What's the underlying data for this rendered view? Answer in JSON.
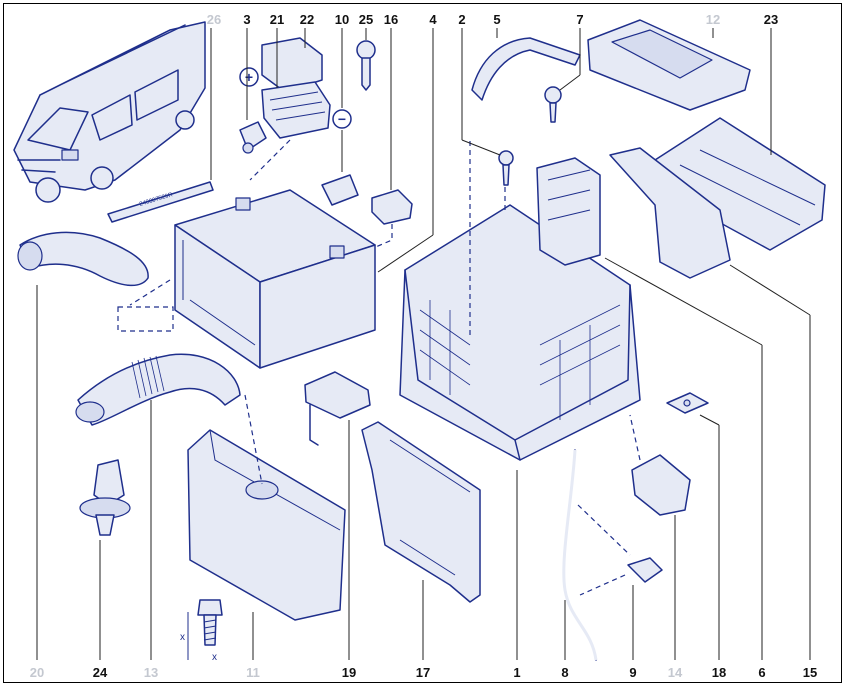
{
  "callouts": [
    {
      "id": "c26",
      "label": "26",
      "dim": true
    },
    {
      "id": "c3",
      "label": "3",
      "dim": false
    },
    {
      "id": "c21",
      "label": "21",
      "dim": false
    },
    {
      "id": "c22",
      "label": "22",
      "dim": false
    },
    {
      "id": "c10",
      "label": "10",
      "dim": false
    },
    {
      "id": "c25",
      "label": "25",
      "dim": false
    },
    {
      "id": "c16",
      "label": "16",
      "dim": false
    },
    {
      "id": "c4",
      "label": "4",
      "dim": false
    },
    {
      "id": "c2",
      "label": "2",
      "dim": false
    },
    {
      "id": "c5",
      "label": "5",
      "dim": false
    },
    {
      "id": "c7",
      "label": "7",
      "dim": false
    },
    {
      "id": "c12",
      "label": "12",
      "dim": true
    },
    {
      "id": "c23",
      "label": "23",
      "dim": false
    },
    {
      "id": "c20",
      "label": "20",
      "dim": true
    },
    {
      "id": "c24",
      "label": "24",
      "dim": false
    },
    {
      "id": "c13",
      "label": "13",
      "dim": true
    },
    {
      "id": "c11",
      "label": "11",
      "dim": true
    },
    {
      "id": "c19",
      "label": "19",
      "dim": false
    },
    {
      "id": "c17",
      "label": "17",
      "dim": false
    },
    {
      "id": "c1",
      "label": "1",
      "dim": false
    },
    {
      "id": "c8",
      "label": "8",
      "dim": false
    },
    {
      "id": "c9",
      "label": "9",
      "dim": false
    },
    {
      "id": "c14",
      "label": "14",
      "dim": true
    },
    {
      "id": "c18",
      "label": "18",
      "dim": false
    },
    {
      "id": "c6",
      "label": "6",
      "dim": false
    },
    {
      "id": "c15",
      "label": "15",
      "dim": false
    }
  ],
  "terminals": {
    "plus": "+",
    "minus": "−"
  },
  "strap_code": "240807529R",
  "dim_marks": {
    "x": "x"
  },
  "colors": {
    "line": "#1f2f8c",
    "fill": "#e6eaf5",
    "dim_label": "#c4c8d0"
  }
}
